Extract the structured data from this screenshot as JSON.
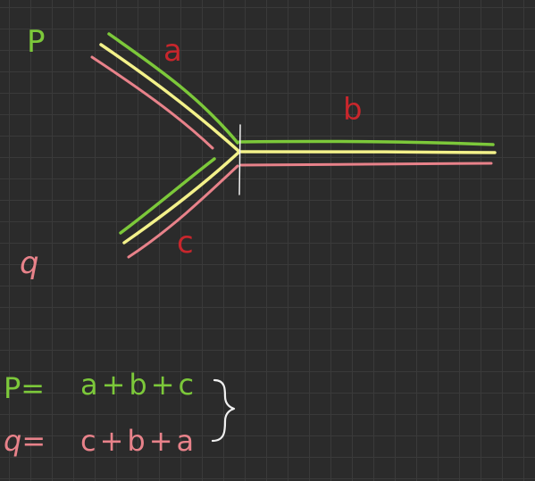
{
  "colors": {
    "background": "#2b2b2b",
    "grid": "#3a3a3a",
    "green": "#7cc83a",
    "yellow": "#f3f18a",
    "pink": "#e8828a",
    "red": "#c8262c",
    "white": "#f0f0f0"
  },
  "labels": {
    "p": "P",
    "q": "q",
    "a": "a",
    "b": "b",
    "c": "c"
  },
  "equations": {
    "p_lhs": "P=",
    "p_rhs": "a+b+c",
    "q_lhs": "q=",
    "q_rhs": "c+b+a"
  }
}
